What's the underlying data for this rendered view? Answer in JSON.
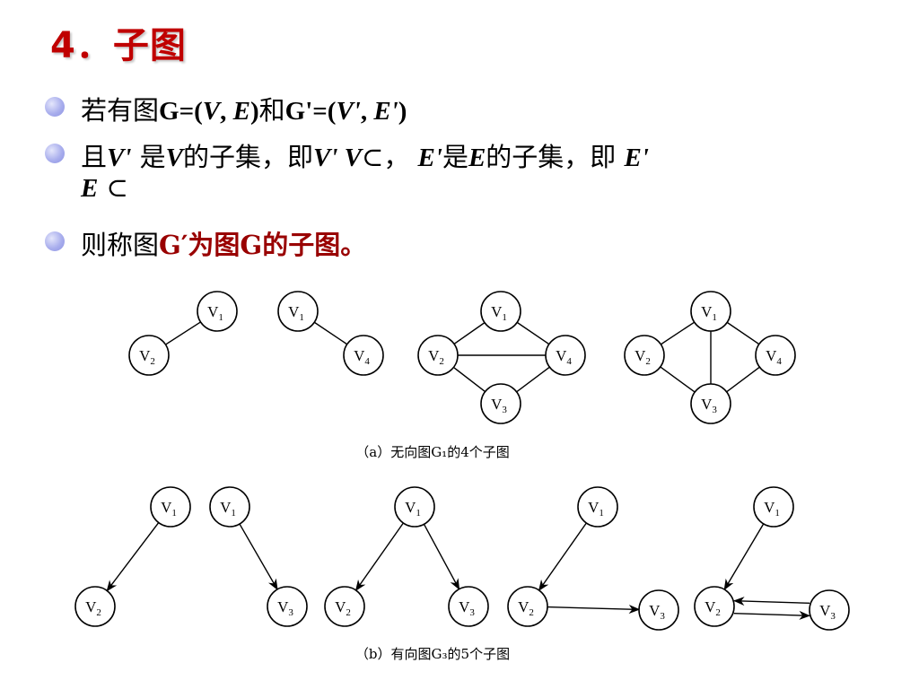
{
  "title": "4．子图",
  "bullets": [
    {
      "parts": [
        {
          "t": "若有图",
          "s": "n"
        },
        {
          "t": "G=(",
          "s": "bd"
        },
        {
          "t": "V",
          "s": "it"
        },
        {
          "t": ", ",
          "s": "bd"
        },
        {
          "t": "E",
          "s": "it"
        },
        {
          "t": ")",
          "s": "bd"
        },
        {
          "t": "和",
          "s": "n"
        },
        {
          "t": "G'=(",
          "s": "bd"
        },
        {
          "t": "V'",
          "s": "it"
        },
        {
          "t": ", ",
          "s": "bd"
        },
        {
          "t": "E'",
          "s": "it"
        },
        {
          "t": ")",
          "s": "bd"
        }
      ]
    },
    {
      "parts": [
        {
          "t": "且",
          "s": "n"
        },
        {
          "t": "V'",
          "s": "it"
        },
        {
          "t": " 是",
          "s": "n"
        },
        {
          "t": "V",
          "s": "it"
        },
        {
          "t": "的子集，即",
          "s": "n"
        },
        {
          "t": "V'  V",
          "s": "it"
        },
        {
          "t": "⊂",
          "s": "n"
        },
        {
          "t": "， ",
          "s": "n"
        },
        {
          "t": "E'",
          "s": "it"
        },
        {
          "t": "是",
          "s": "n"
        },
        {
          "t": "E",
          "s": "it"
        },
        {
          "t": "的子集，即  ",
          "s": "n"
        },
        {
          "t": "E'",
          "s": "it"
        }
      ],
      "cont": [
        {
          "t": "E",
          "s": "it"
        },
        {
          "t": "          ⊂",
          "s": "n"
        }
      ]
    },
    {
      "parts": [
        {
          "t": "则称图",
          "s": "n"
        },
        {
          "t": "G′为图G的子图。",
          "s": "red"
        }
      ]
    }
  ],
  "captions": {
    "a": "（a）无向图G₁的4个子图",
    "b": "（b）有向图G₃的5个子图"
  },
  "graphs": {
    "undirected": [
      {
        "nodes": [
          {
            "id": "v1",
            "label": "V",
            "sub": "1"
          },
          {
            "id": "v2",
            "label": "V",
            "sub": "2"
          }
        ],
        "edges": [
          [
            "v1",
            "v2"
          ]
        ]
      },
      {
        "nodes": [
          {
            "id": "v1",
            "label": "V",
            "sub": "1"
          },
          {
            "id": "v4",
            "label": "V",
            "sub": "4"
          }
        ],
        "edges": [
          [
            "v1",
            "v4"
          ]
        ]
      },
      {
        "nodes": [
          {
            "id": "v1",
            "label": "V",
            "sub": "1"
          },
          {
            "id": "v2",
            "label": "V",
            "sub": "2"
          },
          {
            "id": "v4",
            "label": "V",
            "sub": "4"
          },
          {
            "id": "v3",
            "label": "V",
            "sub": "3"
          }
        ],
        "edges": [
          [
            "v1",
            "v2"
          ],
          [
            "v1",
            "v4"
          ],
          [
            "v2",
            "v4"
          ],
          [
            "v2",
            "v3"
          ],
          [
            "v4",
            "v3"
          ]
        ]
      },
      {
        "nodes": [
          {
            "id": "v1",
            "label": "V",
            "sub": "1"
          },
          {
            "id": "v2",
            "label": "V",
            "sub": "2"
          },
          {
            "id": "v4",
            "label": "V",
            "sub": "4"
          },
          {
            "id": "v3",
            "label": "V",
            "sub": "3"
          }
        ],
        "edges": [
          [
            "v1",
            "v2"
          ],
          [
            "v1",
            "v4"
          ],
          [
            "v1",
            "v3"
          ],
          [
            "v2",
            "v3"
          ],
          [
            "v4",
            "v3"
          ]
        ]
      }
    ],
    "directed": [
      {
        "nodes": [
          {
            "id": "v1",
            "label": "V",
            "sub": "1"
          },
          {
            "id": "v2",
            "label": "V",
            "sub": "2"
          }
        ],
        "edges": [
          [
            "v1",
            "v2"
          ]
        ]
      },
      {
        "nodes": [
          {
            "id": "v1",
            "label": "V",
            "sub": "1"
          },
          {
            "id": "v3",
            "label": "V",
            "sub": "3"
          }
        ],
        "edges": [
          [
            "v1",
            "v3"
          ]
        ]
      },
      {
        "nodes": [
          {
            "id": "v1",
            "label": "V",
            "sub": "1"
          },
          {
            "id": "v2",
            "label": "V",
            "sub": "2"
          },
          {
            "id": "v3",
            "label": "V",
            "sub": "3"
          }
        ],
        "edges": [
          [
            "v1",
            "v2"
          ],
          [
            "v1",
            "v3"
          ]
        ]
      },
      {
        "nodes": [
          {
            "id": "v1",
            "label": "V",
            "sub": "1"
          },
          {
            "id": "v2",
            "label": "V",
            "sub": "2"
          },
          {
            "id": "v3",
            "label": "V",
            "sub": "3"
          }
        ],
        "edges": [
          [
            "v1",
            "v2"
          ],
          [
            "v2",
            "v3"
          ]
        ]
      },
      {
        "nodes": [
          {
            "id": "v1",
            "label": "V",
            "sub": "1"
          },
          {
            "id": "v2",
            "label": "V",
            "sub": "2"
          },
          {
            "id": "v3",
            "label": "V",
            "sub": "3"
          }
        ],
        "edges": [
          [
            "v1",
            "v2"
          ],
          [
            "v2",
            "v3"
          ],
          [
            "v3",
            "v2"
          ]
        ]
      }
    ]
  },
  "colors": {
    "title": "#c00000",
    "highlight": "#990000",
    "bullet": "#a9aeed"
  }
}
